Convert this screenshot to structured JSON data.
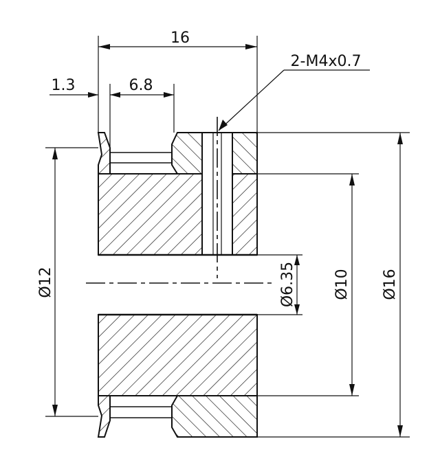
{
  "drawing": {
    "type": "pulley cross-section",
    "dimensions": {
      "overall_width": "16",
      "flange_thickness": "1.3",
      "tooth_width": "6.8",
      "set_screw": "2-M4x0.7",
      "bore": "Ø6.35",
      "hub_diameter": "Ø10",
      "outer_diameter": "Ø16",
      "pitch_diameter": "Ø12"
    }
  }
}
